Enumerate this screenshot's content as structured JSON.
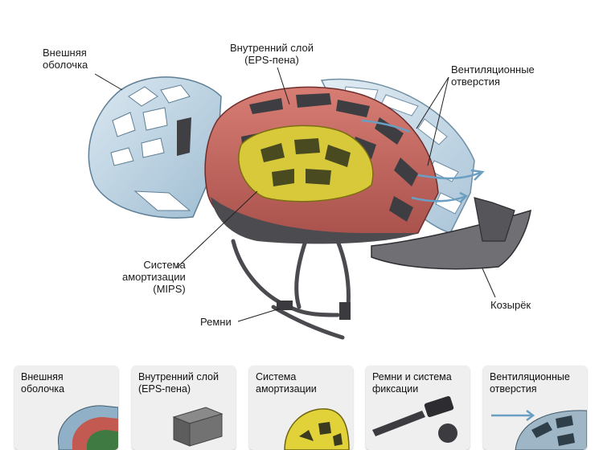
{
  "labels": {
    "outer_shell": "Внешняя\nоболочка",
    "inner_layer": "Внутренний слой\n(EPS-пена)",
    "vents": "Вентиляционные\nотверстия",
    "mips": "Система\nамортизации\n(MIPS)",
    "straps": "Ремни",
    "visor": "Козырёк"
  },
  "cards": [
    {
      "title": "Внешняя\nоболочка",
      "icon": "helmet-cutaway-icon"
    },
    {
      "title": "Внутренний слой\n(EPS-пена)",
      "icon": "foam-block-icon"
    },
    {
      "title": "Система\nамортизации",
      "icon": "mips-liner-icon"
    },
    {
      "title": "Ремни и система\nфиксации",
      "icon": "strap-buckle-icon"
    },
    {
      "title": "Вентиляционные\nотверстия",
      "icon": "vent-airflow-icon"
    }
  ],
  "colors": {
    "shell": "#b9d2e2",
    "foam": "#c9675f",
    "mips": "#d8c93a",
    "visor": "#6f6f74",
    "strap": "#4a4a4f",
    "arrow": "#6a9ec2"
  }
}
